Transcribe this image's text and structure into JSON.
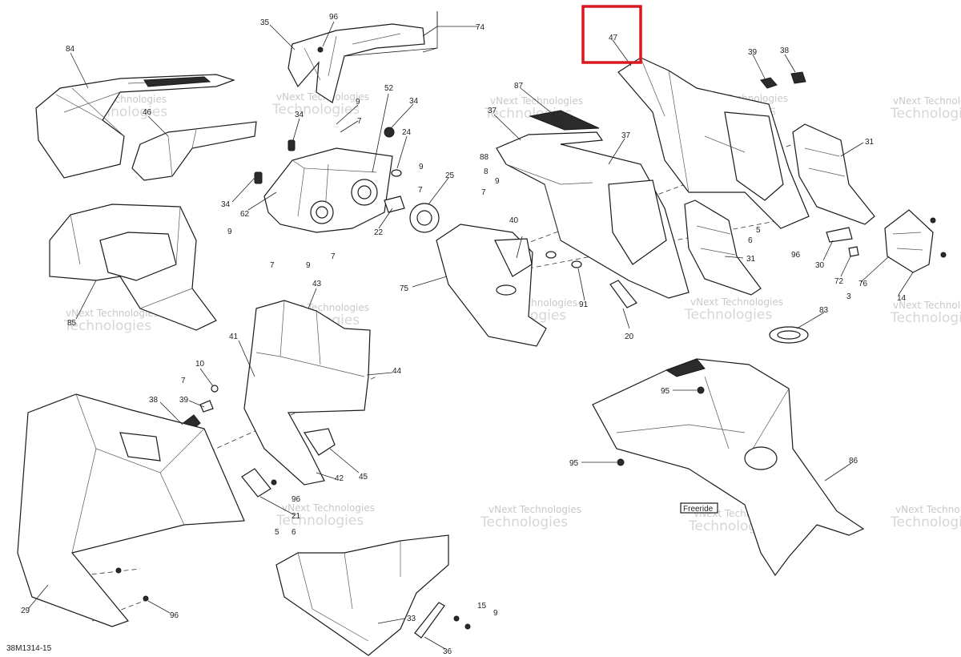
{
  "diagram": {
    "figure_code": "38M1314-15",
    "watermark_line1": "vNext Technologies",
    "watermark_line2": "Technologies",
    "brand_badge": "Freeride",
    "highlight_color": "#d9181f",
    "highlighted_callout": "47",
    "callouts": {
      "c47": "47",
      "c74": "74",
      "c35": "35",
      "c96a": "96",
      "c84": "84",
      "c46": "46",
      "c34a": "34",
      "c9a": "9",
      "c7a": "7",
      "c52": "52",
      "c34b": "34",
      "c24": "24",
      "c7b": "7",
      "c9b": "9",
      "c25": "25",
      "c34c": "34",
      "c62": "62",
      "c22": "22",
      "c9c": "9",
      "c7c": "7",
      "c9d": "9",
      "c7d": "7",
      "c85": "85",
      "c87": "87",
      "c37a": "37",
      "c37b": "37",
      "c88": "88",
      "c8": "8",
      "c7e": "7",
      "c9e": "9",
      "c40": "40",
      "c75": "75",
      "c91": "91",
      "c20": "20",
      "c39a": "39",
      "c38a": "38",
      "c31a": "31",
      "c5a": "5",
      "c6a": "6",
      "c96b": "96",
      "c31b": "31",
      "c30": "30",
      "c72": "72",
      "c3": "3",
      "c76": "76",
      "c14": "14",
      "c43": "43",
      "c41": "41",
      "c44": "44",
      "c10": "10",
      "c7f": "7",
      "c39b": "39",
      "c38b": "38",
      "c45": "45",
      "c42": "42",
      "c96c": "96",
      "c21": "21",
      "c5b": "5",
      "c6b": "6",
      "c83": "83",
      "c95a": "95",
      "c95b": "95",
      "c86": "86",
      "c29": "29",
      "c96d": "96",
      "c33": "33",
      "c15": "15",
      "c9f": "9",
      "c36": "36"
    }
  }
}
